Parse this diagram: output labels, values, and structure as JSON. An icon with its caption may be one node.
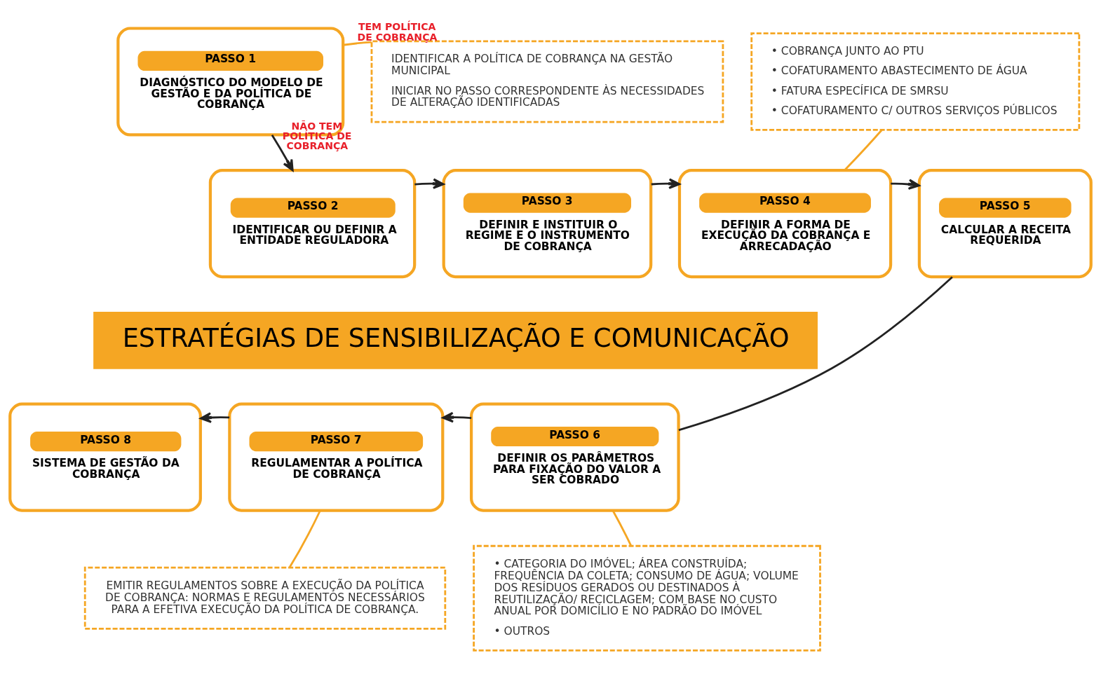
{
  "diagram": {
    "nodes": [
      {
        "text": [
          "PASSO 1",
          "DIAGNÓSTICO DO MODELO DE GESTÃO E DA POLÍTICA DE COBRANÇA"
        ]
      },
      {
        "text": [
          "IDENTIFICAR A POLÍTICA DE COBRANÇA NA GESTÃO MUNICIPAL",
          "INICIAR NO PASSO CORRESPONDENTE ÀS NECESSIDADES DE ALTERAÇÃO IDENTIFICADAS"
        ]
      },
      {
        "text": [
          "PASSO 2",
          "IDENTIFICAR OU DEFINIR A ENTIDADE REGULADORA"
        ]
      },
      {
        "text": [
          "PASSO 3",
          "DEFINIR E INSTITUIR O REGIME E O INSTRUMENTO DE COBRANÇA"
        ]
      },
      {
        "text": [
          "• COBRANÇA JUNTO AO PTU",
          "• COFATURAMENTO ABASTECIMENTO DE ÁGUA",
          "• FATURA ESPECÍFICA DE SMRSU",
          "• COFATURAMENTO C/ OUTROS SERVIÇOS PÚBLICOS"
        ]
      },
      {
        "text": [
          "PASSO 4",
          "DEFINIR A FORMA DE EXECUÇÃO DA COBRANÇA E ARRECADAÇÃO"
        ]
      },
      {
        "text": [
          "PASSO 5",
          "CALCULAR A RECEITA REQUERIDA"
        ]
      },
      {
        "text": [
          "ESTRATÉGIAS DE SENSIBILIZAÇÃO E COMUNICAÇÃO"
        ]
      },
      {
        "text": [
          "PASSO 8",
          "SISTEMA DE GESTÃO DA COBRANÇA"
        ]
      },
      {
        "text": [
          "PASSO 7",
          "REGULAMENTAR A POLÍTICA DE COBRANÇA"
        ]
      },
      {
        "text": [
          "EMITIR REGULAMENTOS SOBRE A EXECUÇÃO DA POLÍTICA DE COBRANÇA: NORMAS E REGULAMENTOS NECESSÁRIOS PARA A EFETIVA EXECUÇÃO DA POLÍTICA DE COBRANÇA."
        ]
      },
      {
        "text": [
          "PASSO 6",
          "DEFINIR OS PARÂMETROS PARA FIXAÇÃO DO VALOR A SER COBRADO"
        ]
      },
      {
        "text": [
          "• CATEGORIA DO IMÓVEL; ÁREA CONSTRUÍDA; FREQUÊNCIA DA COLETA; CONSUMO DE ÁGUA; VOLUME DOS RESÍDUOS GERADOS OU DESTINADOS À REUTILIZAÇÃO/ RECICLAGEM; COM BASE NO CUSTO ANUAL POR DOMICÍLIO E NO PADRÃO DO IMÓVEL",
          "• OUTROS"
        ]
      }
    ],
    "edges": [
      {
        "from": 0,
        "to": 1,
        "arrow": "none",
        "label": "TEM POLÍTICA DE COBRANÇA",
        "color": "#f5a623"
      },
      {
        "from": 0,
        "to": 2,
        "arrow": "to",
        "label": "NÃO TEM POLÍTICA DE COBRANÇA"
      },
      {
        "from": 2,
        "to": 3,
        "arrow": "to"
      },
      {
        "from": 3,
        "to": 5,
        "arrow": "to"
      },
      {
        "from": 5,
        "to": 4,
        "arrow": "none",
        "color": "#f5a623"
      },
      {
        "from": 5,
        "to": 6,
        "arrow": "to"
      },
      {
        "from": 6,
        "to": 11,
        "arrow": "none"
      },
      {
        "from": 11,
        "to": 9,
        "arrow": "to"
      },
      {
        "from": 9,
        "to": 8,
        "arrow": "to"
      },
      {
        "from": 9,
        "to": 10,
        "arrow": "none",
        "color": "#f5a623"
      },
      {
        "from": 11,
        "to": 12,
        "arrow": "none",
        "color": "#f5a623"
      }
    ]
  }
}
